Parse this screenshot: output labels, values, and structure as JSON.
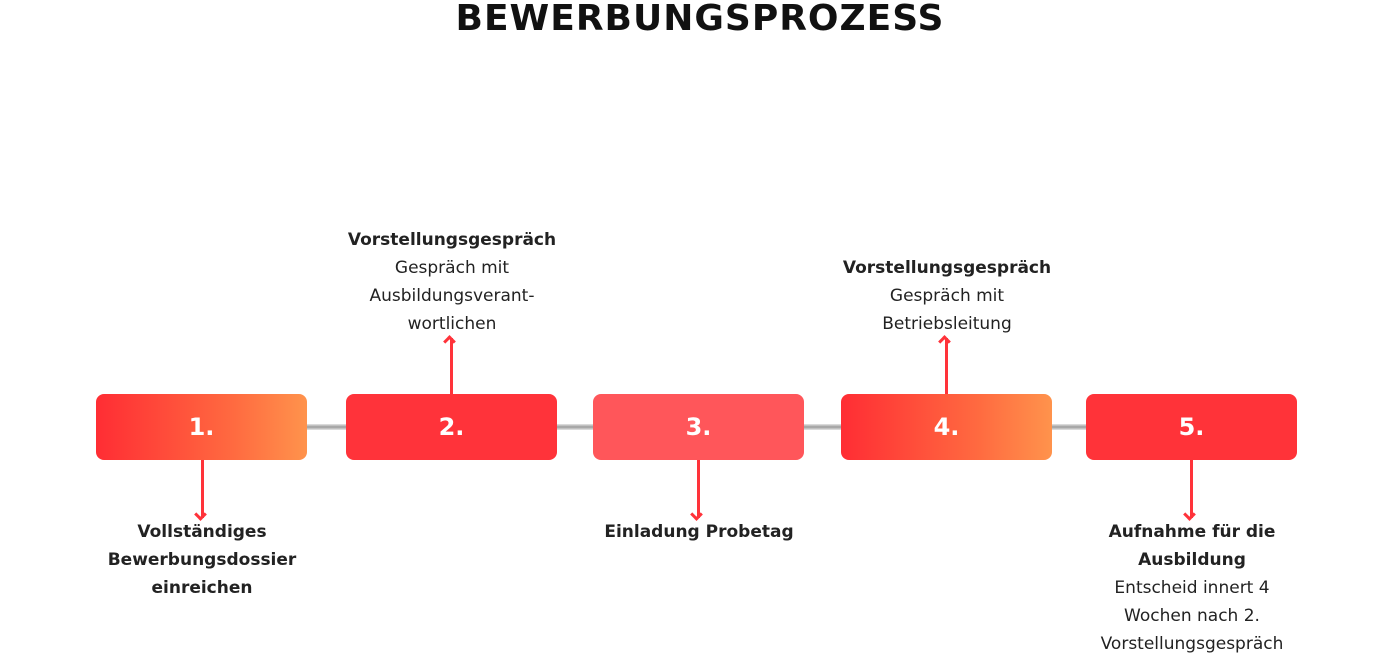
{
  "title": "BEWERBUNGSPROZESS",
  "steps": [
    {
      "number": "1.",
      "heading_line1": "Vollständiges",
      "heading_line2": "Bewerbungsdossier",
      "heading_line3": "einreichen"
    },
    {
      "number": "2.",
      "heading": "Vorstellungsgespräch",
      "desc_line1": "Gespräch mit",
      "desc_line2": "Ausbildungsverant-",
      "desc_line3": "wortlichen"
    },
    {
      "number": "3.",
      "heading": "Einladung Probetag"
    },
    {
      "number": "4.",
      "heading": "Vorstellungsgespräch",
      "desc_line1": "Gespräch mit",
      "desc_line2": "Betriebsleitung"
    },
    {
      "number": "5.",
      "heading_line1": "Aufnahme für die",
      "heading_line2": "Ausbildung",
      "desc_line1": "Entscheid innert 4",
      "desc_line2": "Wochen nach 2.",
      "desc_line3": "Vorstellungsgespräch"
    }
  ],
  "colors": {
    "accent_red": "#ff333a",
    "gradient_orange": "#ff934c",
    "connector_gray": "#9c9c9c"
  }
}
